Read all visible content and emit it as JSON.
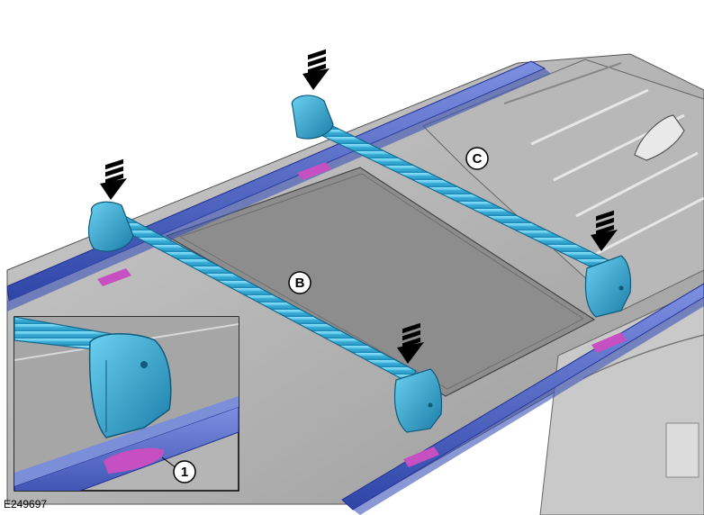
{
  "figure": {
    "id_label": "E249697"
  },
  "callouts": {
    "rail_marker": "1",
    "front_bar": "B",
    "rear_bar": "C"
  },
  "colors": {
    "crossbar": "#3fb8e0",
    "side_rail": "#4f66c9",
    "mounting_marker": "#c64fc2",
    "roof": "#a3a3a3",
    "glass_panel": "#8d8d8d",
    "arrow": "#000000"
  },
  "icons": {
    "press_arrow": "down-arrow-icon",
    "callout_marker": "circle-callout"
  }
}
